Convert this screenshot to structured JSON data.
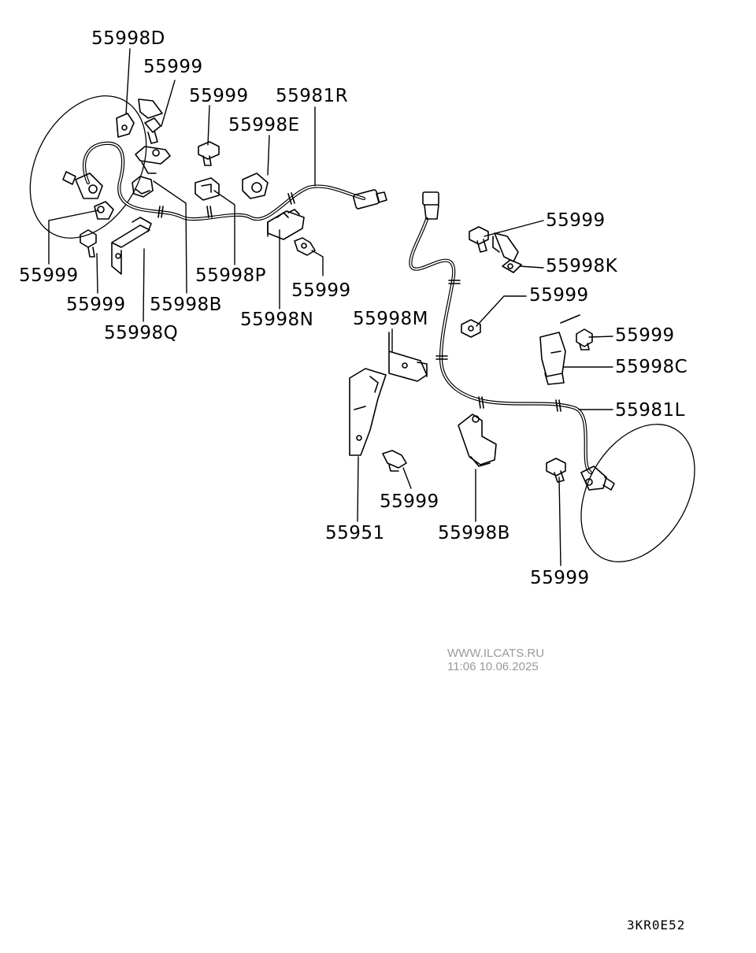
{
  "callouts": [
    {
      "id": "c-55998D",
      "text": "55998D"
    },
    {
      "id": "c-55999-a",
      "text": "55999"
    },
    {
      "id": "c-55999-b",
      "text": "55999"
    },
    {
      "id": "c-55981R",
      "text": "55981R"
    },
    {
      "id": "c-55998E",
      "text": "55998E"
    },
    {
      "id": "c-55999-c",
      "text": "55999"
    },
    {
      "id": "c-55999-d",
      "text": "55999"
    },
    {
      "id": "c-55998B-a",
      "text": "55998B"
    },
    {
      "id": "c-55998P",
      "text": "55998P"
    },
    {
      "id": "c-55998Q",
      "text": "55998Q"
    },
    {
      "id": "c-55999-e",
      "text": "55999"
    },
    {
      "id": "c-55998N",
      "text": "55998N"
    },
    {
      "id": "c-55999-f",
      "text": "55999"
    },
    {
      "id": "c-55998K",
      "text": "55998K"
    },
    {
      "id": "c-55999-g",
      "text": "55999"
    },
    {
      "id": "c-55998M",
      "text": "55998M"
    },
    {
      "id": "c-55999-h",
      "text": "55999"
    },
    {
      "id": "c-55998C",
      "text": "55998C"
    },
    {
      "id": "c-55981L",
      "text": "55981L"
    },
    {
      "id": "c-55999-i",
      "text": "55999"
    },
    {
      "id": "c-55951",
      "text": "55951"
    },
    {
      "id": "c-55998B-b",
      "text": "55998B"
    },
    {
      "id": "c-55999-j",
      "text": "55999"
    }
  ],
  "watermark": {
    "line1": "WWW.ILCATS.RU",
    "line2": "11:06 10.06.2025"
  },
  "diagram_code": "3KR0E52"
}
